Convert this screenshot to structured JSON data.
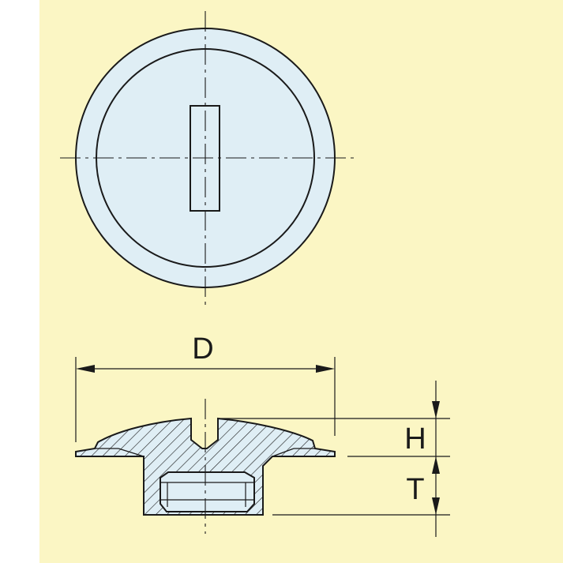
{
  "colors": {
    "background": "#fbf6c4",
    "part_fill": "#dfeef5",
    "line": "#1a1a1a"
  },
  "dimensions": {
    "diameter_label": "D",
    "height_label": "H",
    "thread_label": "T"
  }
}
